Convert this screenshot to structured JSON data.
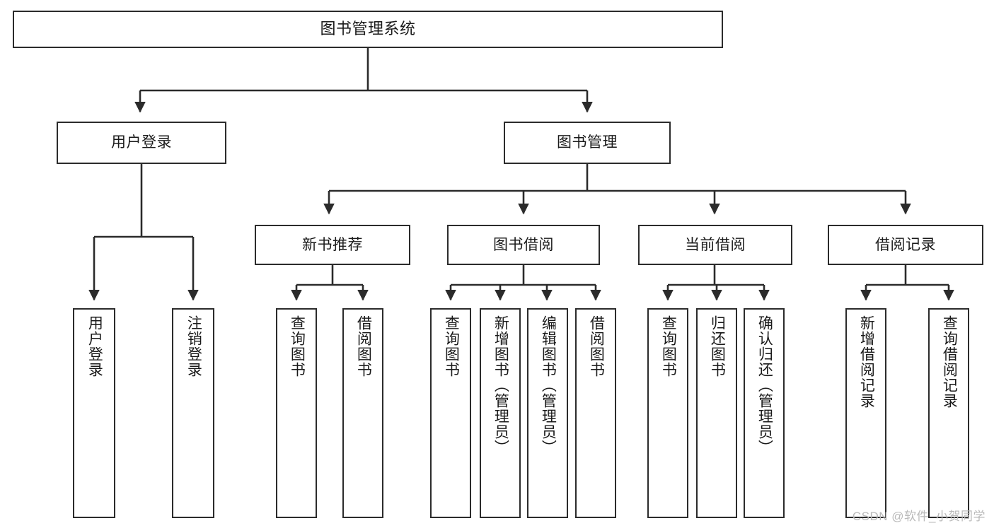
{
  "diagram": {
    "title": "图书管理系统",
    "type": "tree",
    "watermark": "CSDN @软件_小贺同学",
    "colors": {
      "box_border": "#2b2b2b",
      "box_fill": "#ffffff",
      "edge": "#2b2b2b",
      "text": "#1a1a1a",
      "watermark": "#b9b9b9",
      "background": "#ffffff"
    }
  },
  "nodes": {
    "root": {
      "label": "图书管理系统"
    },
    "level2": [
      {
        "label": "用户登录"
      },
      {
        "label": "图书管理"
      }
    ],
    "level3": [
      {
        "label": "新书推荐"
      },
      {
        "label": "图书借阅"
      },
      {
        "label": "当前借阅"
      },
      {
        "label": "借阅记录"
      }
    ],
    "leaves": {
      "user_login": [
        {
          "label": "用户登录"
        },
        {
          "label": "注销登录"
        }
      ],
      "new_book_recommend": [
        {
          "label": "查询图书"
        },
        {
          "label": "借阅图书"
        }
      ],
      "book_borrow": [
        {
          "label": "查询图书"
        },
        {
          "label": "新增图书（管理员）"
        },
        {
          "label": "编辑图书（管理员）"
        },
        {
          "label": "借阅图书"
        }
      ],
      "current_borrow": [
        {
          "label": "查询图书"
        },
        {
          "label": "归还图书"
        },
        {
          "label": "确认归还（管理员）"
        }
      ],
      "borrow_record": [
        {
          "label": "新增借阅记录"
        },
        {
          "label": "查询借阅记录"
        }
      ]
    }
  }
}
